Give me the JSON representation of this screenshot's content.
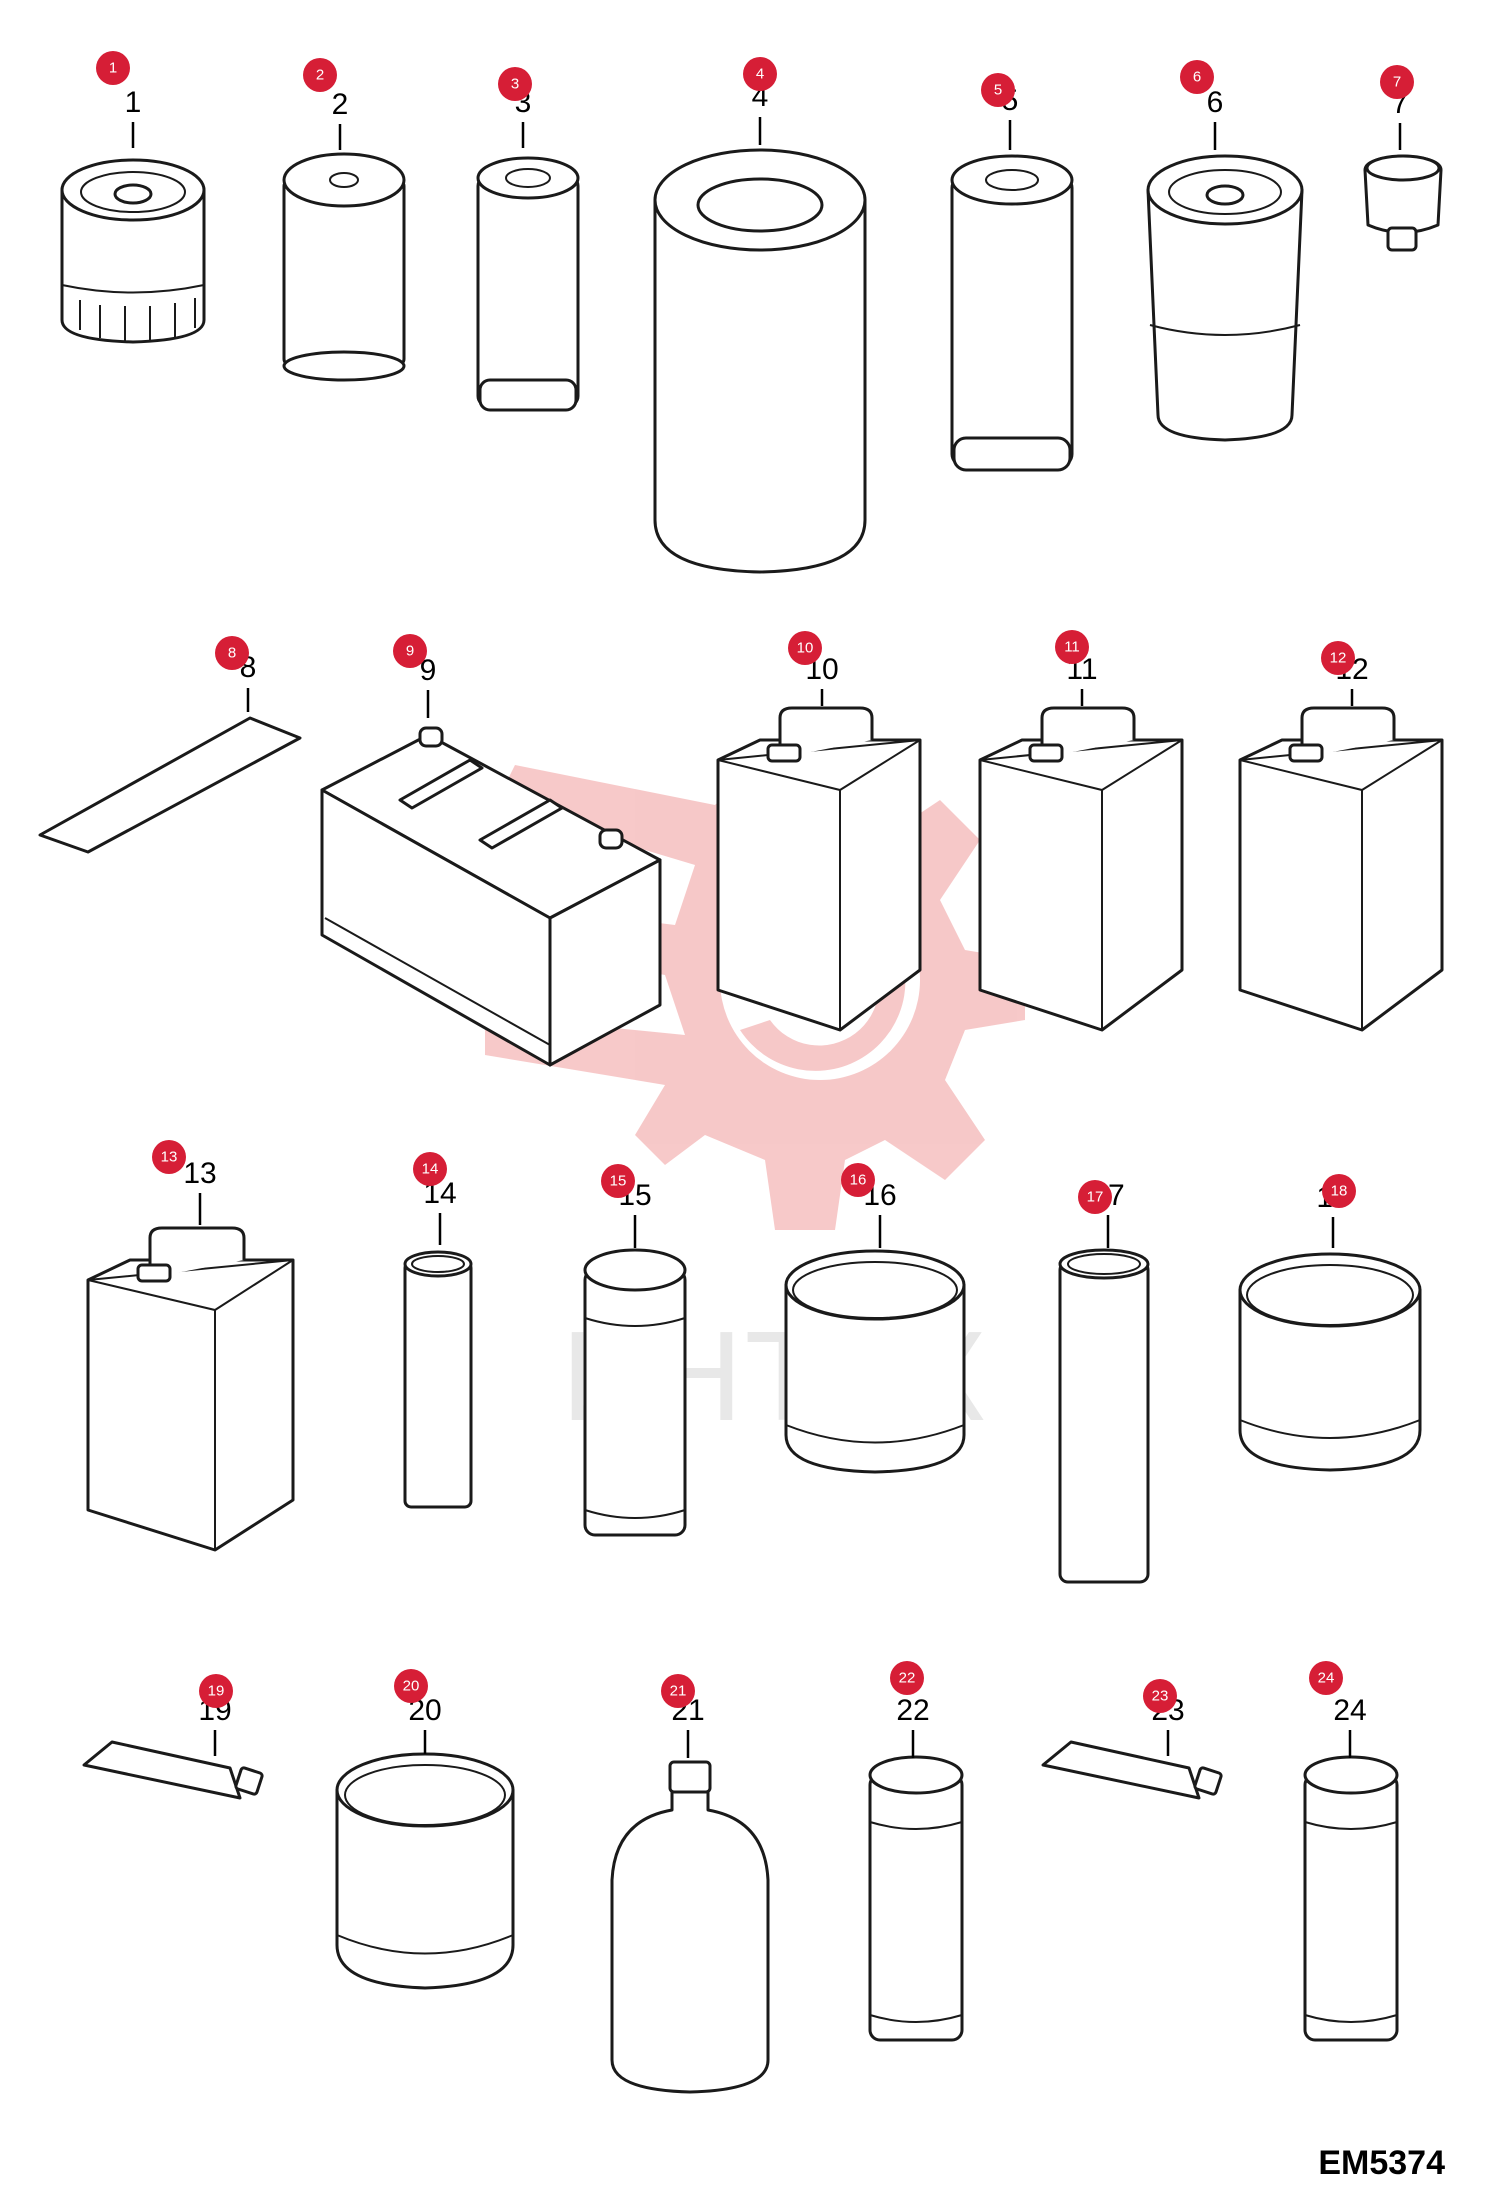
{
  "watermark_text": "ИНТЕХ",
  "figure_code": "EM5374",
  "parts": [
    {
      "n": "1",
      "label": "1"
    },
    {
      "n": "2",
      "label": "2"
    },
    {
      "n": "3",
      "label": "3"
    },
    {
      "n": "4",
      "label": "4"
    },
    {
      "n": "5",
      "label": "5"
    },
    {
      "n": "6",
      "label": "6"
    },
    {
      "n": "7",
      "label": "7"
    },
    {
      "n": "8",
      "label": "8"
    },
    {
      "n": "9",
      "label": "9"
    },
    {
      "n": "10",
      "label": "10"
    },
    {
      "n": "11",
      "label": "11"
    },
    {
      "n": "12",
      "label": "12"
    },
    {
      "n": "13",
      "label": "13"
    },
    {
      "n": "14",
      "label": "14"
    },
    {
      "n": "15",
      "label": "15"
    },
    {
      "n": "16",
      "label": "16"
    },
    {
      "n": "17",
      "label": "17"
    },
    {
      "n": "18",
      "label": "18"
    },
    {
      "n": "19",
      "label": "19"
    },
    {
      "n": "20",
      "label": "20"
    },
    {
      "n": "21",
      "label": "21"
    },
    {
      "n": "22",
      "label": "22"
    },
    {
      "n": "23",
      "label": "23"
    },
    {
      "n": "24",
      "label": "24"
    }
  ],
  "colors": {
    "badge": "#d61e36",
    "watermark": "#f6c3c3",
    "line": "#1a1a1a"
  }
}
